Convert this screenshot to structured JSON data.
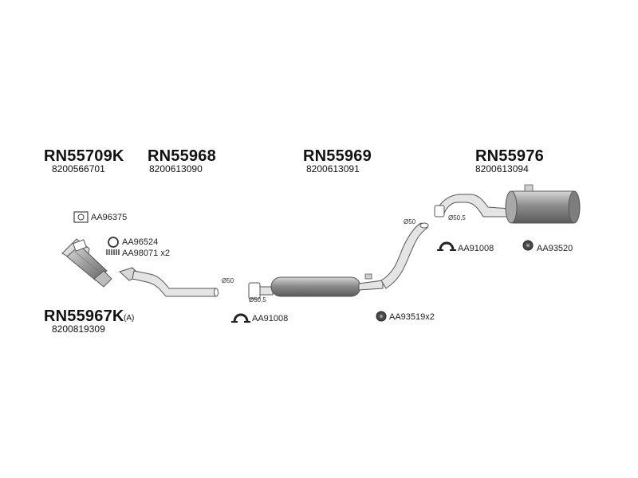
{
  "parts": [
    {
      "number": "RN55709K",
      "oem": "8200566701"
    },
    {
      "number": "RN55968",
      "oem": "8200613090"
    },
    {
      "number": "RN55969",
      "oem": "8200613091"
    },
    {
      "number": "RN55976",
      "oem": "8200613094"
    },
    {
      "number": "RN55967K",
      "suffix": "(A)",
      "oem": "8200819309"
    }
  ],
  "accessories": {
    "gasket_top": "AA96375",
    "ring": "AA96524",
    "spring": "AA98071 x2",
    "clamp_front": "AA91008",
    "rubber_mid": "AA93519x2",
    "clamp_rear": "AA91008",
    "rubber_rear": "AA93520"
  },
  "diameters": {
    "front_pipe": "Ø50",
    "mid_inlet": "Ø50,5",
    "mid_outlet": "Ø50",
    "rear_inlet": "Ø50,5"
  },
  "colors": {
    "stroke": "#555555",
    "pipe_fill": "#e2e2e2",
    "muffler_fill": "#9a9a9a",
    "dark_fill": "#4a4a4a"
  }
}
